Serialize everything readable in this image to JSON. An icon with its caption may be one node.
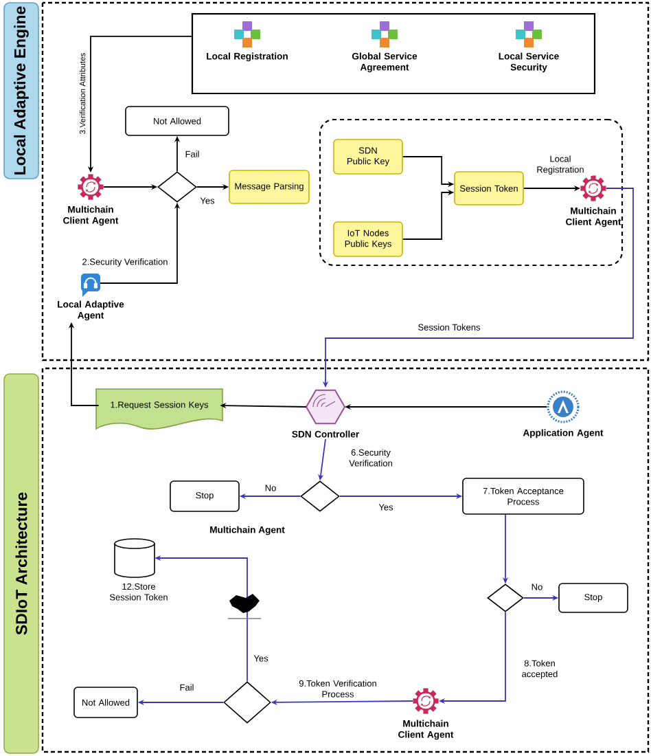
{
  "diagram": {
    "nodes": [
      {
        "text": [
          "Local Adaptive Engine"
        ]
      },
      {
        "text": [],
        "shape": "box",
        "in": 0
      },
      {
        "text": [
          "Local Registration"
        ],
        "in": 1
      },
      {
        "text": [
          "Global Service Agreement"
        ],
        "in": 1
      },
      {
        "text": [
          "Local Service Security"
        ],
        "in": 1
      },
      {
        "text": [
          "Not Allowed"
        ],
        "in": 0
      },
      {
        "text": [],
        "shape": "diamond",
        "in": 0
      },
      {
        "text": [
          "Multichain Client Agent"
        ],
        "in": 0
      },
      {
        "text": [
          "Message Parsing"
        ],
        "in": 0
      },
      {
        "text": [
          "Local Adaptive Agent"
        ],
        "in": 0
      },
      {
        "text": [],
        "shape": "box",
        "in": 0
      },
      {
        "text": [
          "SDN Public Key"
        ],
        "in": 10
      },
      {
        "text": [
          "IoT Nodes Public Keys"
        ],
        "in": 10
      },
      {
        "text": [
          "Session Token"
        ],
        "in": 10
      },
      {
        "text": [
          "Multichain Client Agent"
        ],
        "in": 10
      },
      {
        "text": [
          "SDIoT Architecture"
        ]
      },
      {
        "text": [
          "1.Request Session Keys"
        ],
        "in": 15
      },
      {
        "text": [
          "SDN Controller"
        ],
        "in": 15
      },
      {
        "text": [
          "Application Agent"
        ],
        "in": 15
      },
      {
        "text": [],
        "shape": "diamond",
        "in": 15
      },
      {
        "text": [
          "Stop"
        ],
        "in": 15
      },
      {
        "text": [
          "7.Token Acceptance Process"
        ],
        "in": 15
      },
      {
        "text": [],
        "shape": "cylinder",
        "beside": [
          "12.Store Session Token"
        ],
        "in": 15
      },
      {
        "text": [],
        "shape": "diamond",
        "in": 15
      },
      {
        "text": [
          "Stop"
        ],
        "in": 15
      },
      {
        "text": [
          "Multichain Client Agent"
        ],
        "in": 15
      },
      {
        "text": [],
        "shape": "diamond",
        "in": 15
      },
      {
        "text": [
          "Not Allowed"
        ],
        "in": 15
      }
    ],
    "edges": [
      {
        "from": 1,
        "to": 7,
        "arrow": "to",
        "label": "3.Verification Attributes"
      },
      {
        "from": 7,
        "to": 6,
        "arrow": "to"
      },
      {
        "from": 6,
        "to": 5,
        "arrow": "to",
        "label": "Fail"
      },
      {
        "from": 6,
        "to": 8,
        "arrow": "to",
        "label": "Yes"
      },
      {
        "from": 9,
        "to": 6,
        "arrow": "to",
        "label": "2.Security Verification"
      },
      {
        "from": 11,
        "to": 13,
        "arrow": "to"
      },
      {
        "from": 12,
        "to": 13,
        "arrow": "to"
      },
      {
        "from": 13,
        "to": 14,
        "arrow": "to",
        "label": "Local Registration"
      },
      {
        "from": 14,
        "to": 17,
        "arrow": "to",
        "label": "Session Tokens",
        "color": "#3a35c0"
      },
      {
        "from": 17,
        "to": 16,
        "arrow": "to"
      },
      {
        "from": 16,
        "to": 9,
        "arrow": "to"
      },
      {
        "from": 18,
        "to": 17,
        "arrow": "to"
      },
      {
        "from": 17,
        "to": 19,
        "arrow": "to",
        "label": "6.Security Verification",
        "color": "#3a35c0"
      },
      {
        "from": 19,
        "to": 20,
        "arrow": "to",
        "label": "No",
        "color": "#3a35c0"
      },
      {
        "from": 19,
        "to": 21,
        "arrow": "to",
        "label": "Yes",
        "color": "#3a35c0"
      },
      {
        "from": 21,
        "to": 23,
        "arrow": "to",
        "color": "#3a35c0"
      },
      {
        "from": 23,
        "to": 24,
        "arrow": "to",
        "label": "No",
        "color": "#3a35c0"
      },
      {
        "from": 23,
        "to": 25,
        "arrow": "to",
        "label": "8.Token accepted",
        "color": "#3a35c0"
      },
      {
        "from": 25,
        "to": 26,
        "arrow": "to",
        "label": "9.Token Verification Process",
        "color": "#3a35c0"
      },
      {
        "from": 26,
        "to": 27,
        "arrow": "to",
        "label": "Fail",
        "color": "#3a35c0"
      },
      {
        "from": 26,
        "to": 22,
        "arrow": "to",
        "label": "Yes",
        "color": "#3a35c0"
      }
    ],
    "labels": [
      "Multichain Agent"
    ]
  }
}
